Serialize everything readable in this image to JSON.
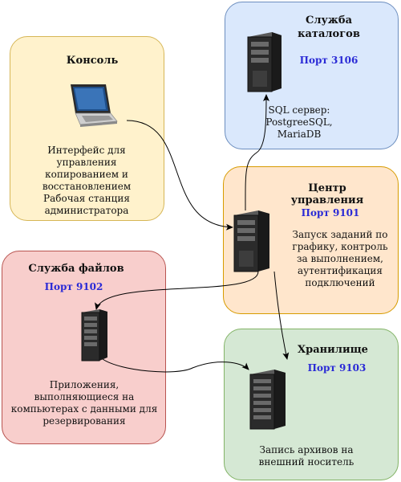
{
  "console": {
    "title": "Консоль",
    "description": "Интерфейс для управления копированием и восстановлением Рабочая станция администратора",
    "bg": "#fff2cc",
    "border": "#d6b656"
  },
  "catalog": {
    "title_line1": "Служба",
    "title_line2": "каталогов",
    "port": "Порт 3106",
    "description_line1": "SQL сервер:",
    "description_line2": "PostgreeSQL,",
    "description_line3": "MariaDB",
    "bg": "#dae8fc",
    "border": "#6c8ebf"
  },
  "control": {
    "title": "Центр управления",
    "port": "Порт 9101",
    "description": "Запуск заданий по графику, контроль за выполнением, аутентификация подключений",
    "bg": "#ffe6cc",
    "border": "#d79b00"
  },
  "files": {
    "title": "Служба файлов",
    "port": "Порт 9102",
    "description": "Приложения, выполняющиеся на компьютерах с данными для резервирования",
    "bg": "#f8cecc",
    "border": "#b85450"
  },
  "storage": {
    "title": "Хранилище",
    "port": "Порт 9103",
    "description": "Запись архивов на внешний носитель",
    "bg": "#d5e8d4",
    "border": "#82b366"
  }
}
